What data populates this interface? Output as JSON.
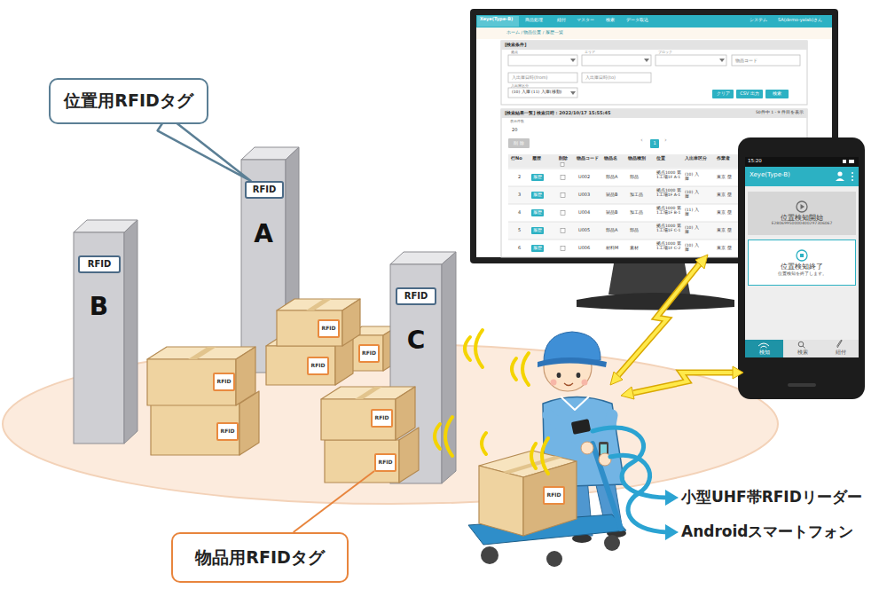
{
  "diagram": {
    "nodes": [
      {
        "text": [
          "位置用RFIDタグ"
        ]
      },
      {
        "text": [
          "B"
        ]
      },
      {
        "text": [
          "RFID"
        ],
        "in": 1
      },
      {
        "text": [
          "A"
        ]
      },
      {
        "text": [
          "RFID"
        ],
        "in": 3
      },
      {
        "text": [
          "C"
        ]
      },
      {
        "text": [
          "RFID"
        ],
        "in": 5
      },
      {
        "text": [
          "RFID"
        ]
      },
      {
        "text": [
          "RFID"
        ]
      },
      {
        "text": [
          "RFID"
        ]
      },
      {
        "text": [
          "RFID"
        ]
      },
      {
        "text": [
          "RFID"
        ]
      },
      {
        "text": [
          "RFID"
        ]
      },
      {
        "text": [
          "RFID"
        ]
      },
      {
        "text": [
          "RFID"
        ]
      },
      {
        "text": [
          "物品用RFIDタグ"
        ]
      },
      {
        "text": [
          "クリア"
        ]
      },
      {
        "text": [
          "CSV 出力"
        ]
      },
      {
        "text": [
          "検索"
        ]
      },
      {
        "text": [
          "削 除"
        ]
      },
      {
        "text": [
          "1"
        ]
      },
      {
        "text": [
          "履歴"
        ]
      },
      {
        "text": [
          "履歴"
        ]
      },
      {
        "text": [
          "履歴"
        ]
      },
      {
        "text": [
          "履歴"
        ]
      },
      {
        "text": [
          "履歴"
        ]
      },
      {
        "text": [
          "位置検知開始",
          "E28069950000400297306067"
        ]
      },
      {
        "text": [
          "位置検知終了",
          "位置検知を終了します。"
        ]
      }
    ],
    "edges": [
      {
        "from": 0,
        "to": 4,
        "arrow": "none"
      },
      {
        "from": 15,
        "to": 13,
        "arrow": "none"
      }
    ],
    "labels": [
      "Xeye(Type-B)",
      "商品処理",
      "紐付",
      "マスター",
      "検索",
      "データ取込",
      "システム",
      "SA(demo-yalab)さん",
      "ホーム / 物品位置 / 履歴一覧",
      "[検索条件]",
      "拠点",
      "エリア",
      "ブロック",
      "物品コード",
      "入出庫日時(from)",
      "入出庫日時(to)",
      "入出庫区分",
      "(10) 入庫 (11) 入庫(移動)",
      "[検索結果一覧] 検索日時：2022/10/17 15:55:45",
      "50件中 1 - 9 件目を表示",
      "表示件数",
      "20",
      "‹",
      "›",
      "行No",
      "履歴",
      "削除",
      "物品コード",
      "物品名",
      "物品種別",
      "位置",
      "入出庫区分",
      "作業者",
      "2",
      "U002",
      "部品A",
      "部品",
      "拠点1000 第1工場1F A-1",
      "(10) 入庫",
      "東京 壁",
      "3",
      "U003",
      "製品B",
      "加工品",
      "拠点1000 第1工場1F A-1",
      "(10) 入庫",
      "東京 壁",
      "4",
      "U004",
      "製品B",
      "加工品",
      "拠点1000 第1工場1F B-1",
      "(11) 入庫",
      "東京 壁",
      "5",
      "U005",
      "部品A",
      "部品",
      "拠点1000 第1工場1F C-1",
      "(10) 入庫",
      "東京 壁",
      "6",
      "U006",
      "材料M",
      "素材",
      "拠点1000 第1工場1F C-2",
      "(10) 入庫",
      "東京 壁",
      "15:20",
      "Xeye(Type-B)",
      "検知",
      "検索",
      "紐付",
      "小型UHF帯RFIDリーダー",
      "Androidスマートフォン"
    ]
  }
}
